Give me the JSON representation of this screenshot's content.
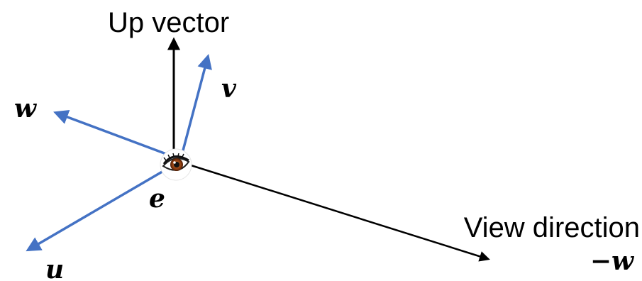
{
  "labels": {
    "up_vector": "Up vector",
    "view_direction": "View direction",
    "neg_w": "−w",
    "w": "w",
    "v": "v",
    "u": "u",
    "e": "e"
  },
  "colors": {
    "camera_axis": "#4472C4",
    "world_line": "#000000",
    "iris": "#8B3A0E",
    "pupil": "#111111"
  },
  "icons": {
    "eye": "eye-icon"
  }
}
